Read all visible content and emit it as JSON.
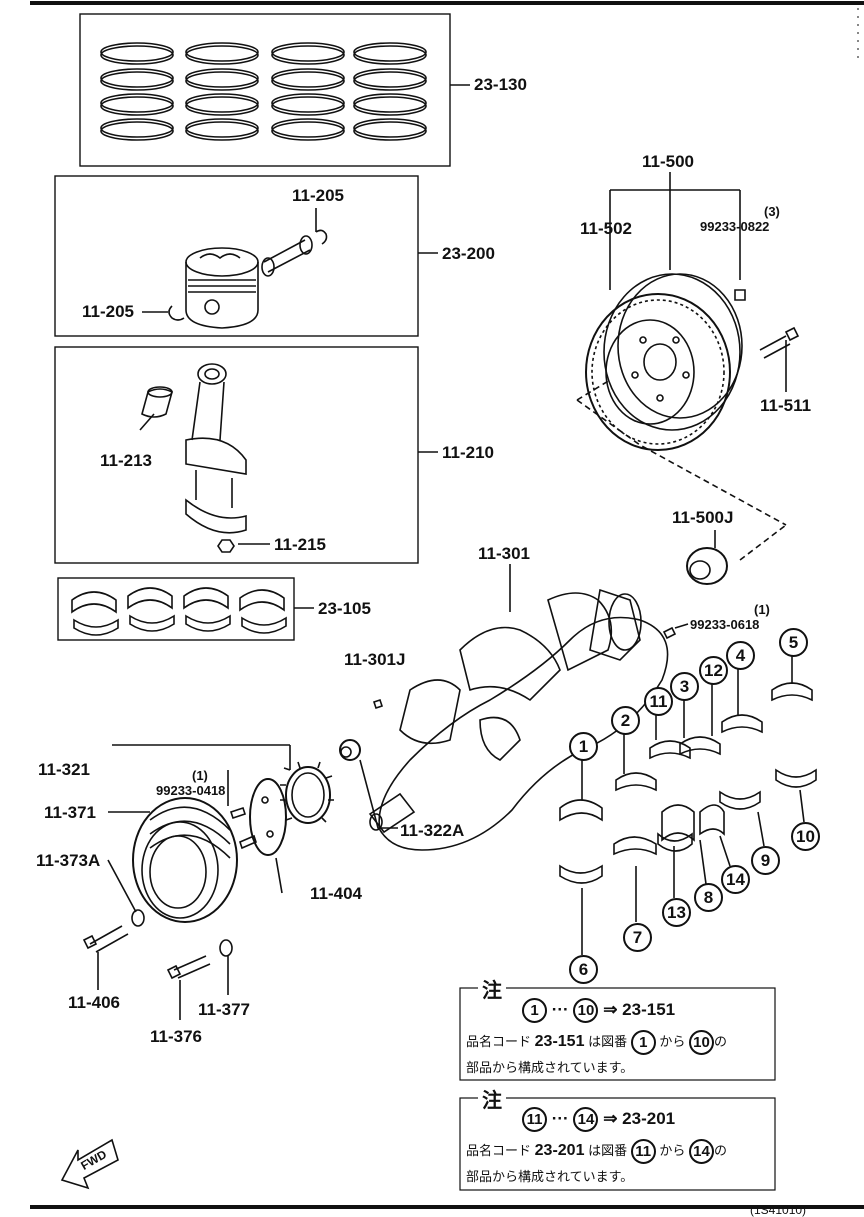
{
  "labels": {
    "p23_130": "23-130",
    "p23_200": "23-200",
    "p11_205a": "11-205",
    "p11_205b": "11-205",
    "p11_210": "11-210",
    "p11_213": "11-213",
    "p11_215": "11-215",
    "p23_105": "23-105",
    "p11_500": "11-500",
    "p11_502": "11-502",
    "p99233_0822": "99233-0822",
    "p99233_0822_qty": "(3)",
    "p11_511": "11-511",
    "p11_500J": "11-500J",
    "p11_301": "11-301",
    "p99233_0618": "99233-0618",
    "p99233_0618_qty": "(1)",
    "p11_301J": "11-301J",
    "p11_321": "11-321",
    "p99233_0418": "99233-0418",
    "p99233_0418_qty": "(1)",
    "p11_371": "11-371",
    "p11_373A": "11-373A",
    "p11_322A": "11-322A",
    "p11_404": "11-404",
    "p11_406": "11-406",
    "p11_376": "11-376",
    "p11_377": "11-377"
  },
  "bearing_numbers": [
    "1",
    "2",
    "3",
    "4",
    "5",
    "6",
    "7",
    "8",
    "9",
    "10",
    "11",
    "12",
    "13",
    "14"
  ],
  "notes": [
    {
      "heading": "注",
      "from": "1",
      "to": "10",
      "dots": "···",
      "arrow": "⇒",
      "code": "23-151",
      "line1_prefix": "品名コード",
      "line1_code": "23-151",
      "line1_mid": "は図番",
      "line1_kara": "から",
      "line1_suffix": "の",
      "line2": "部品から構成されています。"
    },
    {
      "heading": "注",
      "from": "11",
      "to": "14",
      "dots": "···",
      "arrow": "⇒",
      "code": "23-201",
      "line1_prefix": "品名コード",
      "line1_code": "23-201",
      "line1_mid": "は図番",
      "line1_kara": "から",
      "line1_suffix": "の",
      "line2": "部品から構成されています。"
    }
  ],
  "fwd": "FWD",
  "footer_code": "(1S41010)"
}
